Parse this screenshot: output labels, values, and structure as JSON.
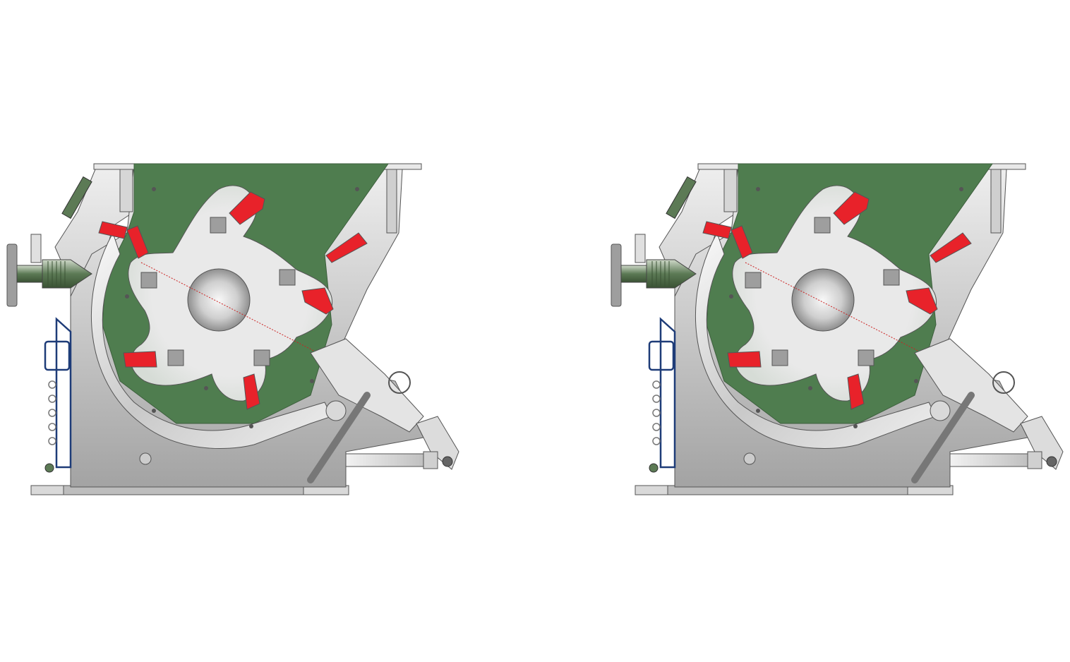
{
  "figure": {
    "panels": [
      {
        "id": "view-left",
        "rotor_angle_deg": 0
      },
      {
        "id": "view-right",
        "rotor_angle_deg": 20
      }
    ]
  },
  "colors": {
    "background": "#ffffff",
    "housing_light": "#e2e2e2",
    "housing_dark": "#9a9a9a",
    "chamber": "#4f7d4f",
    "rotor": "#e6e6e6",
    "hub": "#c8c8c8",
    "knife": "#e8222a",
    "knife_holder": "#9e9e9e",
    "clamp_frame": "#1e3c78",
    "screw": "#5c7a55",
    "outline": "#555555",
    "centerline": "#cc2222"
  }
}
